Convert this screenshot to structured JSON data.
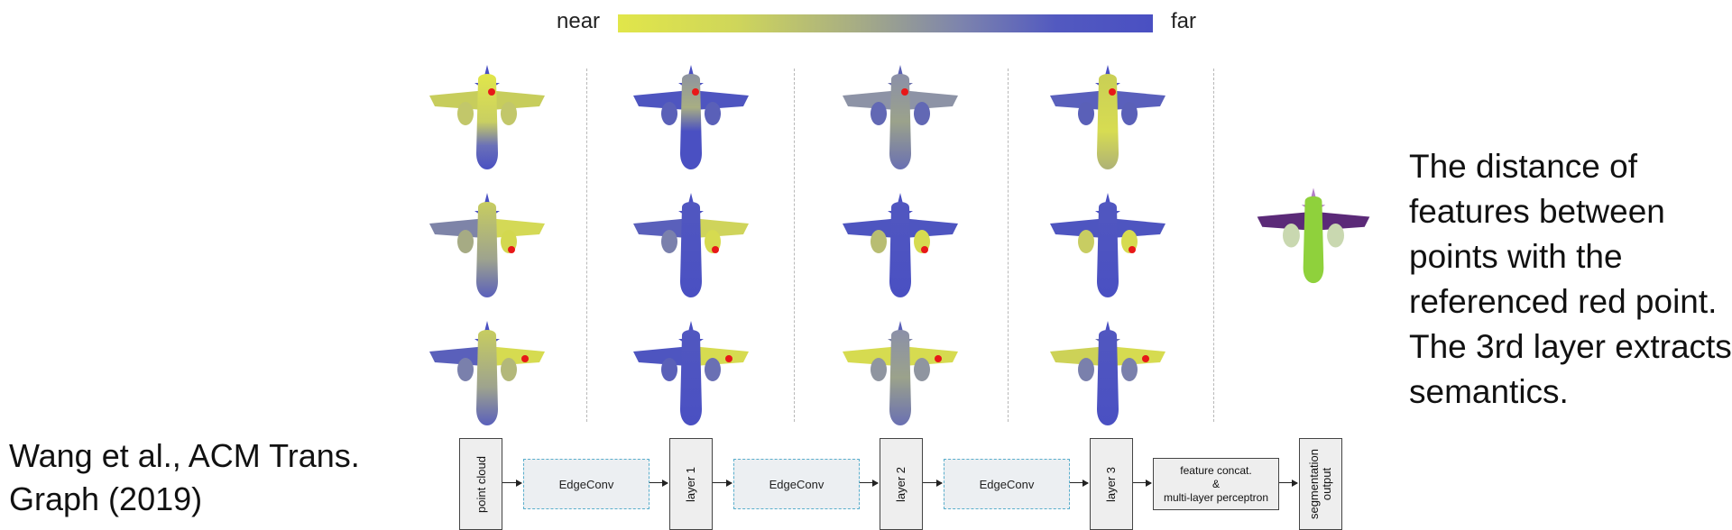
{
  "scale": {
    "near_label": "near",
    "far_label": "far",
    "near_color": "#e1e64a",
    "far_color": "#4a50c2"
  },
  "caption": "The distance of features between points with the referenced red point. The 3rd layer extracts semantics.",
  "citation": "Wang et al., ACM Trans. Graph (2019)",
  "pipeline": {
    "point_cloud": "point cloud",
    "edgeconv_1": "EdgeConv",
    "layer_1": "layer 1",
    "edgeconv_2": "EdgeConv",
    "layer_2": "layer 2",
    "edgeconv_3": "EdgeConv",
    "layer_3": "layer 3",
    "feature_concat": "feature concat.",
    "ampersand": "&",
    "mlp": "multi-layer perceptron",
    "segmentation_output": "segmentation output"
  },
  "colors": {
    "near": "#e1e64a",
    "mid": "#a8ae83",
    "far": "#4a50c2",
    "reference_point": "#e81818",
    "seg_body": "#8fd13c",
    "seg_wing": "#5b2a78",
    "seg_engine": "#b9d39a"
  },
  "grid": {
    "columns": [
      "point cloud",
      "layer 1",
      "layer 2",
      "layer 3"
    ],
    "rows": [
      {
        "heat": [
          "wings-body",
          "body-top",
          "mixed",
          "body"
        ]
      },
      {
        "heat": [
          "left-wing",
          "left-wing",
          "engine",
          "engine"
        ]
      },
      {
        "heat": [
          "left-wing-body",
          "left-wing",
          "both-wings",
          "both-wings"
        ]
      }
    ]
  }
}
